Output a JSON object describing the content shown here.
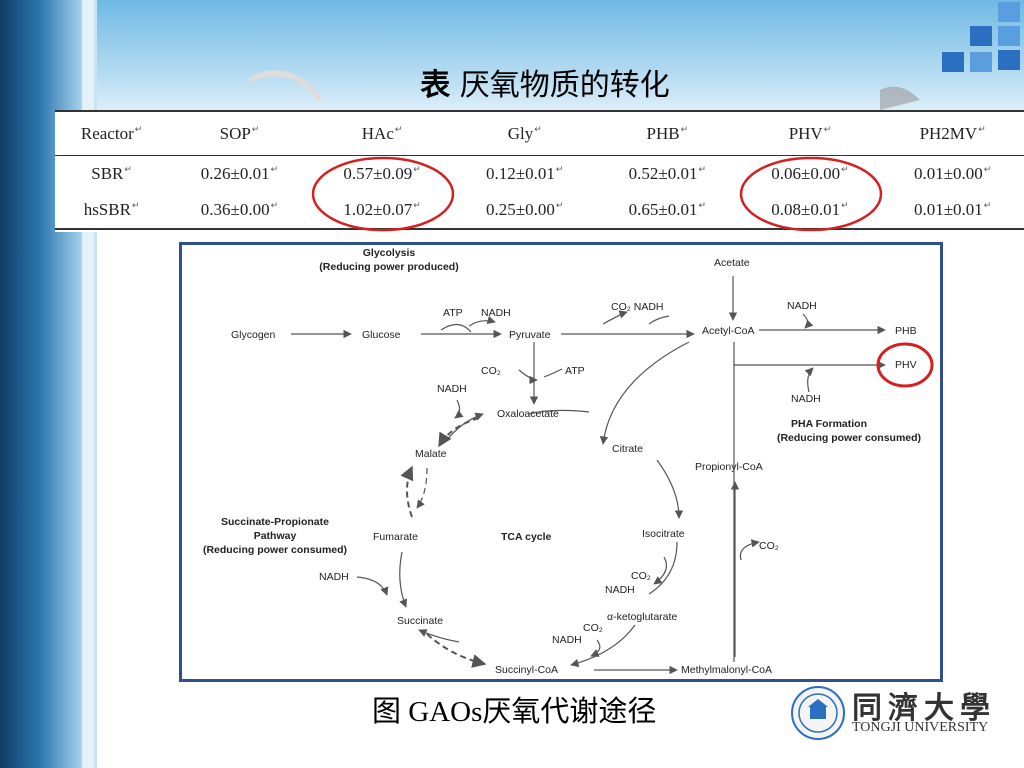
{
  "slide": {
    "title_bold": "表",
    "title_rest": "厌氧物质的转化",
    "caption": "图 GAOs厌氧代谢途径"
  },
  "table": {
    "headers": [
      "Reactor",
      "SOP",
      "HAc",
      "Gly",
      "PHB",
      "PHV",
      "PH2MV"
    ],
    "rows": [
      [
        "SBR",
        "0.26±0.01",
        "0.57±0.09",
        "0.12±0.01",
        "0.52±0.01",
        "0.06±0.00",
        "0.01±0.00"
      ],
      [
        "hsSBR",
        "0.36±0.00",
        "1.02±0.07",
        "0.25±0.00",
        "0.65±0.01",
        "0.08±0.01",
        "0.01±0.01"
      ]
    ],
    "cell_mark": "↵"
  },
  "diagram": {
    "glycolysis_title": "Glycolysis",
    "glycolysis_sub": "(Reducing power produced)",
    "glycogen": "Glycogen",
    "glucose": "Glucose",
    "pyruvate": "Pyruvate",
    "acetate": "Acetate",
    "acetyl_coa": "Acetyl-CoA",
    "phb": "PHB",
    "phv": "PHV",
    "atp_1": "ATP",
    "nadh_1": "NADH",
    "co2_nadh": "CO₂ NADH",
    "nadh_top": "NADH",
    "co2_2": "CO₂",
    "atp_2": "ATP",
    "nadh_phv": "NADH",
    "pha_formation": "PHA Formation",
    "pha_sub": "(Reducing power consumed)",
    "nadh_oxalo": "NADH",
    "oxaloacetate": "Oxaloacetate",
    "malate": "Malate",
    "citrate": "Citrate",
    "propionyl_coa": "Propionyl-CoA",
    "sp_line1": "Succinate-Propionate",
    "sp_line2": "Pathway",
    "sp_line3": "(Reducing power consumed)",
    "fumarate": "Fumarate",
    "tca_cycle": "TCA cycle",
    "isocitrate": "Isocitrate",
    "co2_3": "CO₂",
    "nadh_fum": "NADH",
    "co2_iso": "CO₂",
    "nadh_iso": "NADH",
    "succinate": "Succinate",
    "ketoglutarate": "α-ketoglutarate",
    "co2_keto": "CO₂",
    "nadh_keto": "NADH",
    "succinyl_coa": "Succinyl-CoA",
    "methylmalonyl_coa": "Methylmalonyl-CoA"
  },
  "logo": {
    "cn": "同濟大學",
    "en": "TONGJI UNIVERSITY"
  },
  "colors": {
    "highlight_circle": "#d42020",
    "diagram_border": "#2f4f8f",
    "accent_blue": "#2a6fc0"
  }
}
